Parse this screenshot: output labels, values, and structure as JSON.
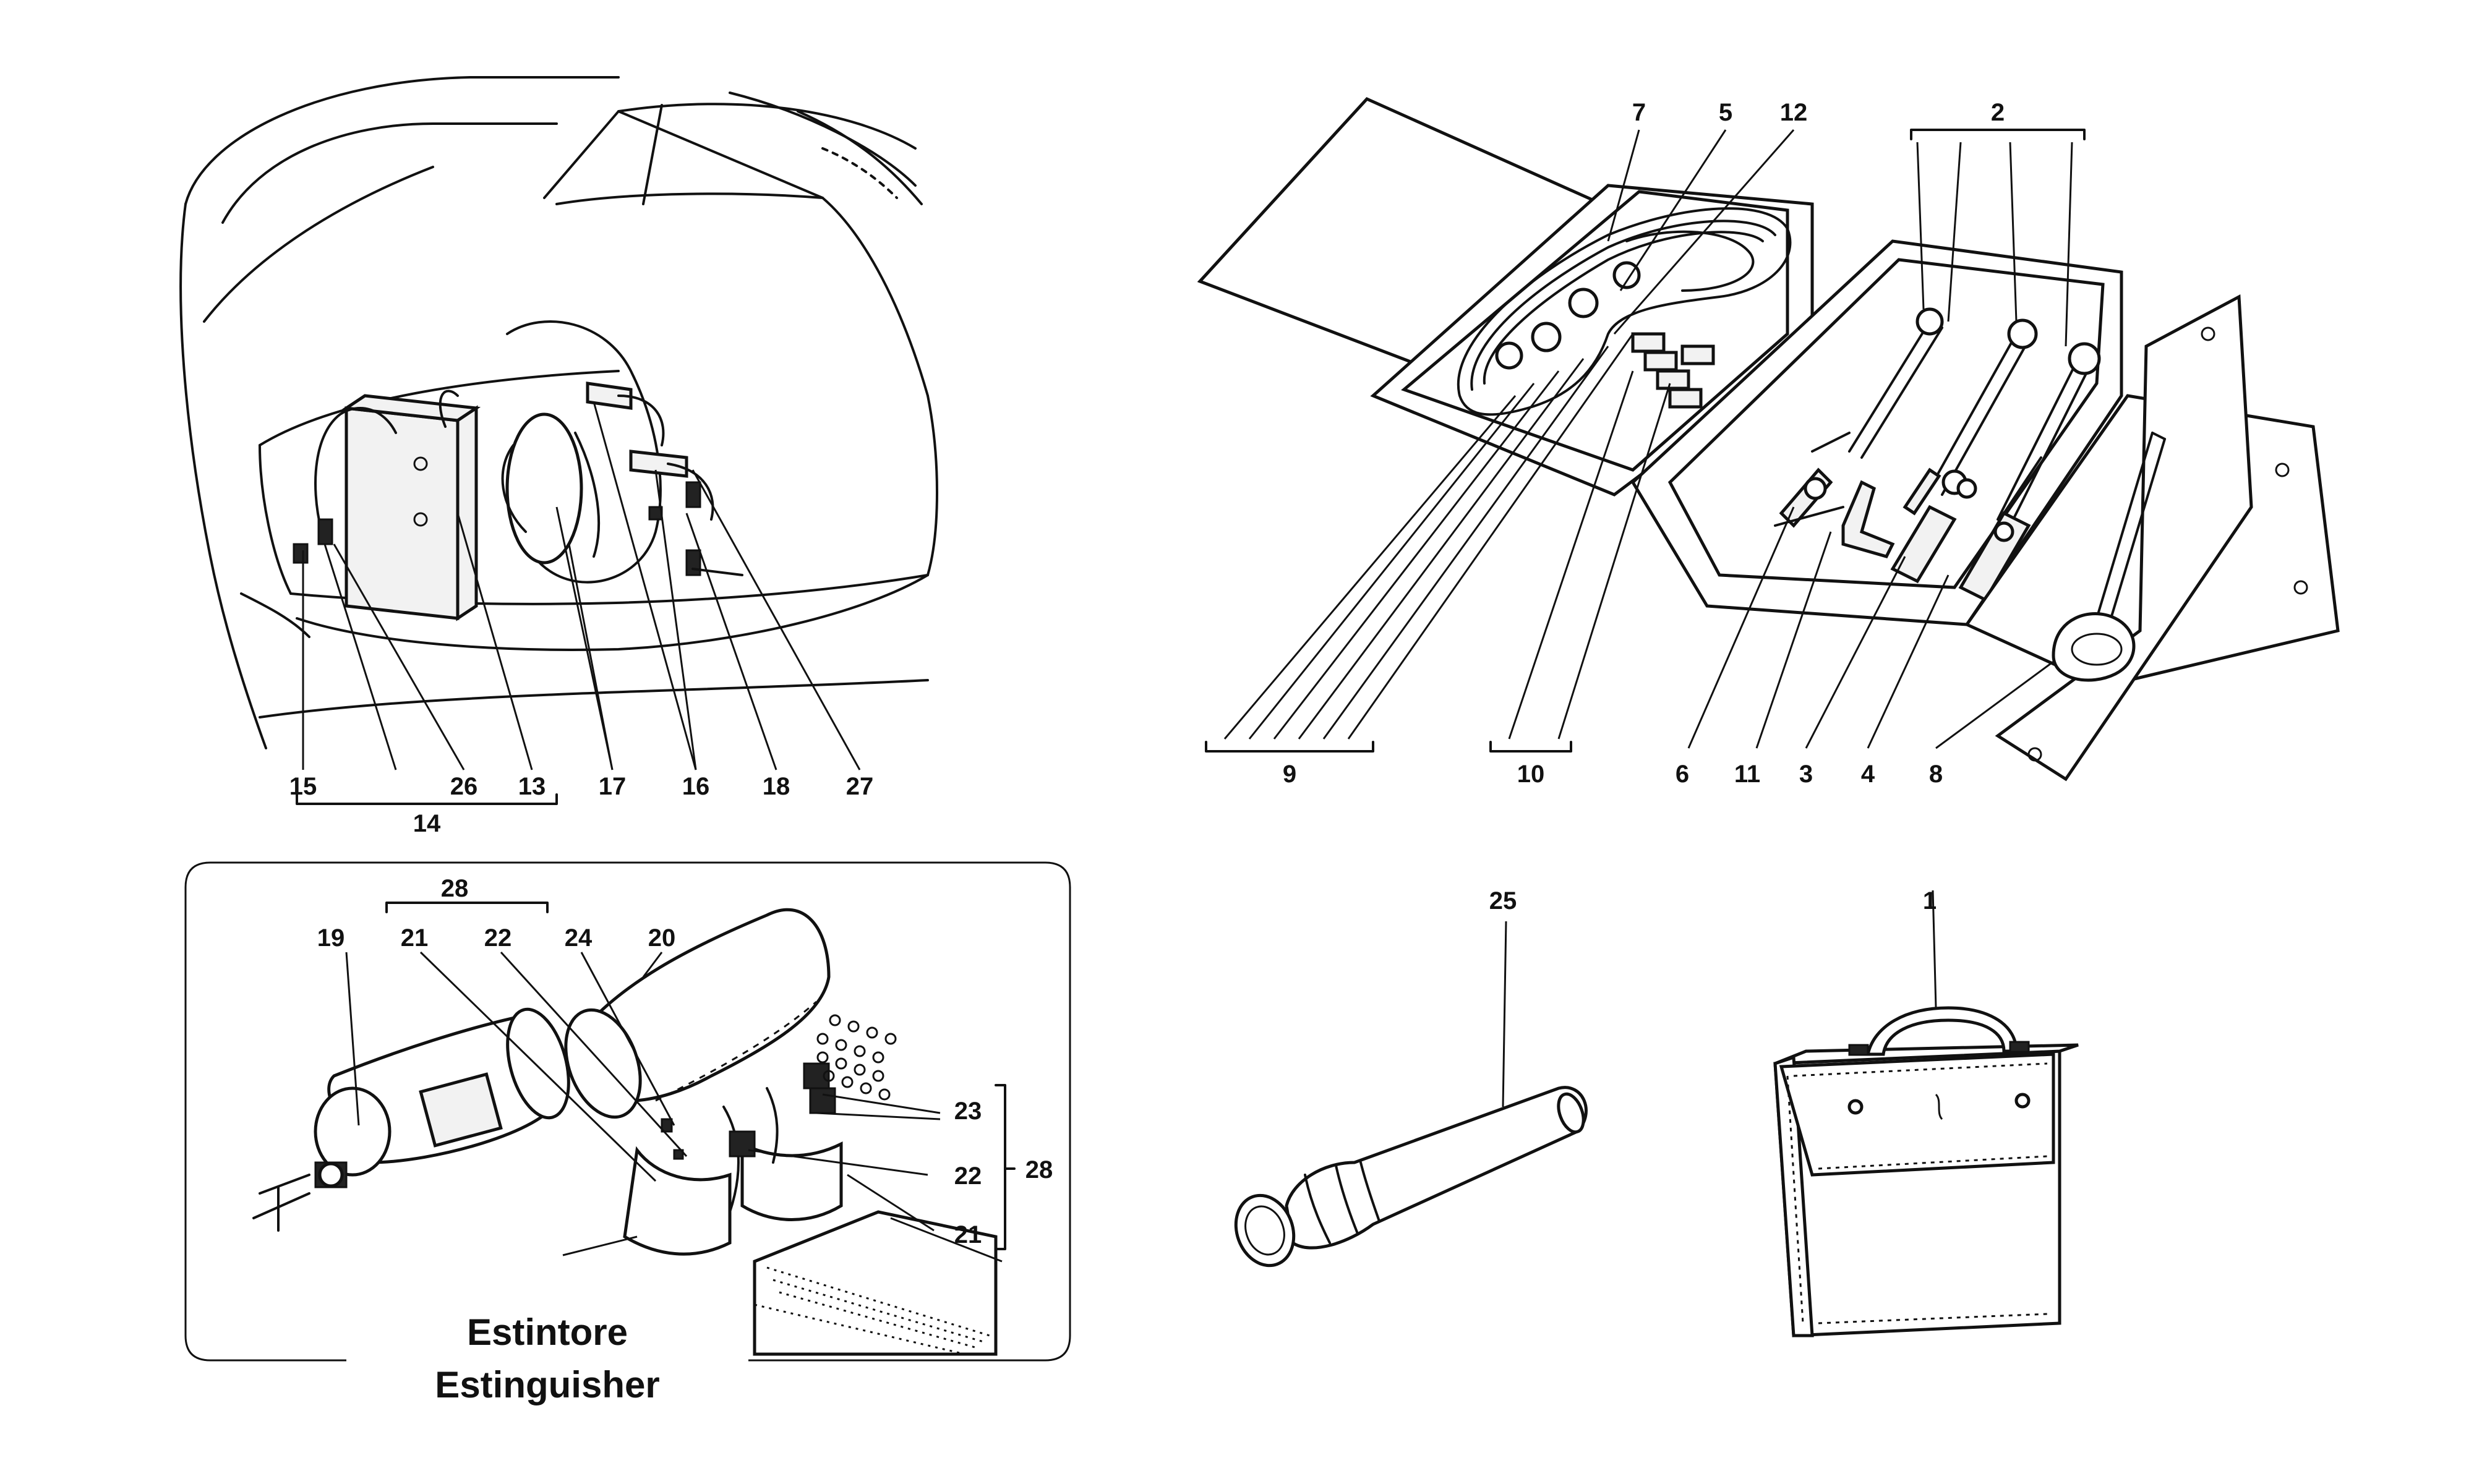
{
  "labels": {
    "p1": "1",
    "p2": "2",
    "p3": "3",
    "p4": "4",
    "p5": "5",
    "p6": "6",
    "p7": "7",
    "p8": "8",
    "p9": "9",
    "p10": "10",
    "p11": "11",
    "p12": "12",
    "p13": "13",
    "p14": "14",
    "p15": "15",
    "p16": "16",
    "p17": "17",
    "p18": "18",
    "p19": "19",
    "p20": "20",
    "p21a": "21",
    "p21b": "21",
    "p22a": "22",
    "p22b": "22",
    "p23": "23",
    "p24": "24",
    "p25": "25",
    "p26": "26",
    "p27": "27",
    "p28a": "28",
    "p28b": "28"
  },
  "caption": {
    "line1": "Estintore",
    "line2": "Estinguisher"
  }
}
